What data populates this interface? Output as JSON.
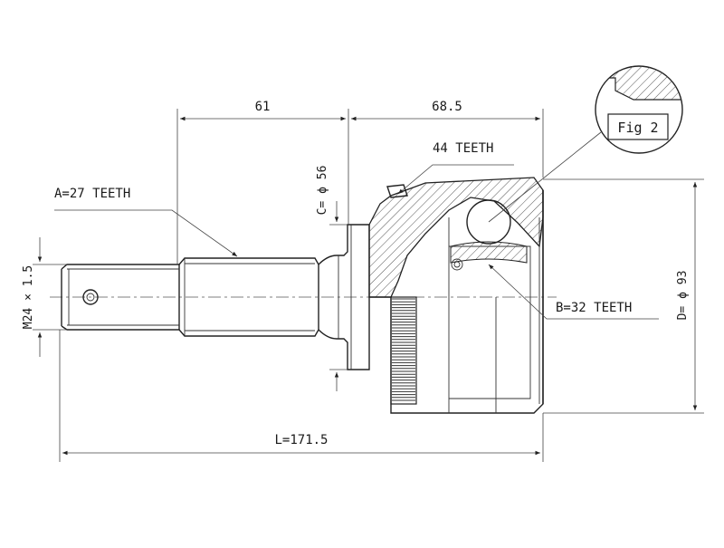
{
  "dimensions": {
    "shaft_length": "61",
    "housing_length": "68.5",
    "total_length": "L=171.5",
    "thread": "M24 × 1.5",
    "flange_dia": "C= ϕ 56",
    "outer_dia": "D= ϕ 93"
  },
  "callouts": {
    "spline_a": "A=27 TEETH",
    "abs_ring": "44 TEETH",
    "spline_b": "B=32 TEETH",
    "fig": "Fig 2"
  },
  "colors": {
    "line": "#222222",
    "hatch": "#555555",
    "background": "#ffffff"
  }
}
